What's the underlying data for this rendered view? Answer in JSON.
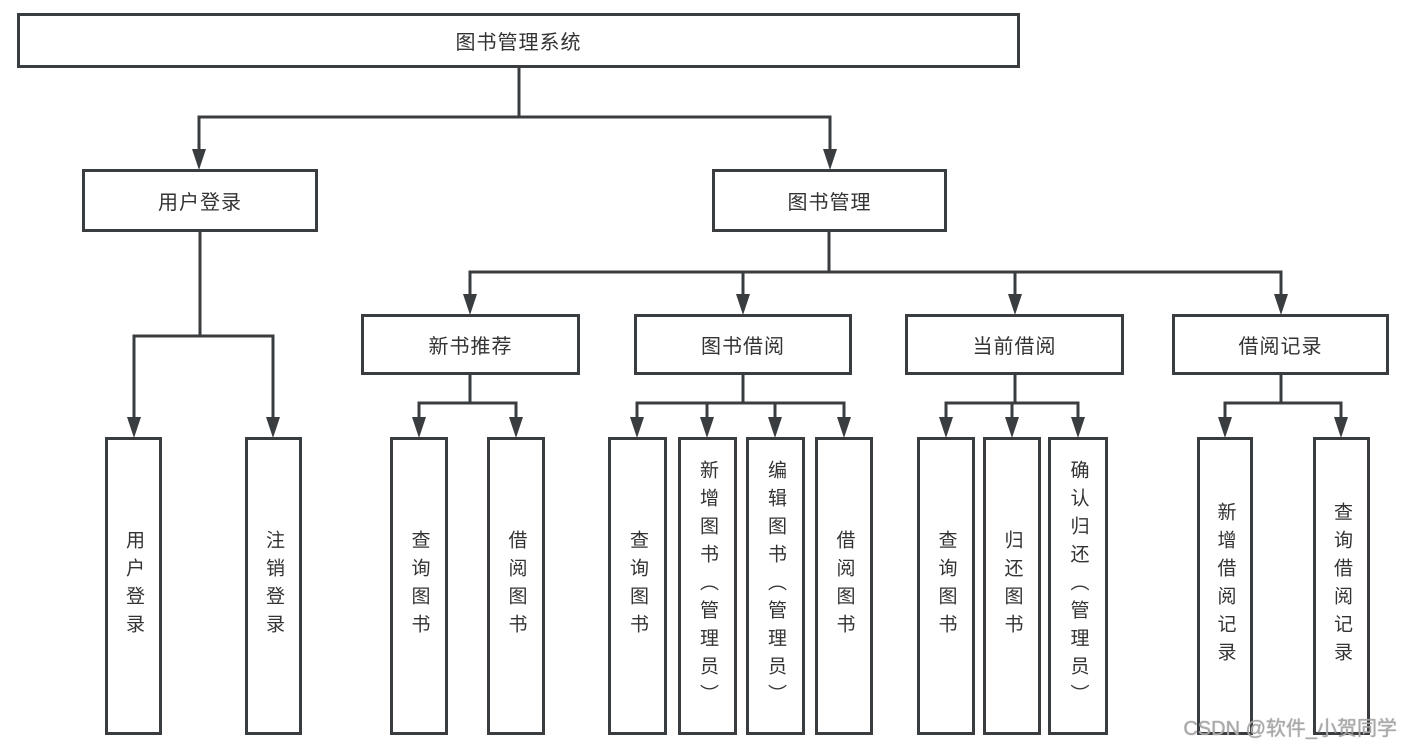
{
  "tree": {
    "root": "图书管理系统",
    "branches": [
      {
        "label": "用户登录",
        "children": [
          {
            "label": "用户登录"
          },
          {
            "label": "注销登录"
          }
        ]
      },
      {
        "label": "图书管理",
        "children": [
          {
            "label": "新书推荐",
            "children": [
              {
                "label": "查询图书"
              },
              {
                "label": "借阅图书"
              }
            ]
          },
          {
            "label": "图书借阅",
            "children": [
              {
                "label": "查询图书"
              },
              {
                "label": "新增图书（管理员）"
              },
              {
                "label": "编辑图书（管理员）"
              },
              {
                "label": "借阅图书"
              }
            ]
          },
          {
            "label": "当前借阅",
            "children": [
              {
                "label": "查询图书"
              },
              {
                "label": "归还图书"
              },
              {
                "label": "确认归还（管理员）"
              }
            ]
          },
          {
            "label": "借阅记录",
            "children": [
              {
                "label": "新增借阅记录"
              },
              {
                "label": "查询借阅记录"
              }
            ]
          }
        ]
      }
    ]
  },
  "watermark": "CSDN @软件_小贺同学",
  "colors": {
    "line": "#3a3d40",
    "text": "#333333",
    "background": "#ffffff",
    "watermark": "#a9a9a9"
  }
}
